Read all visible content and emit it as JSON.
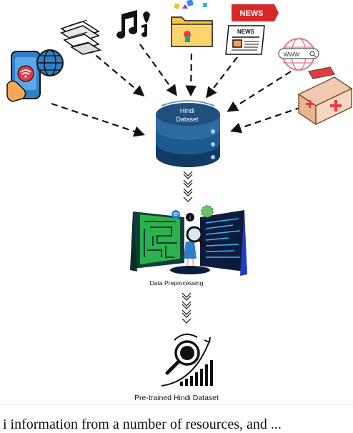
{
  "dataset": {
    "line1": "Hindi",
    "line2": "Dataset"
  },
  "sources": {
    "news_sign": "NEWS",
    "news_paper": "NEWS",
    "www": "WWW"
  },
  "steps": {
    "preprocessing": "Data Preprocessing",
    "pretrained": "Pre-trained Hindi Dataset"
  },
  "footer_cut_text": "i information from a number of resources, and ...",
  "colors": {
    "db_top": "#1f4f7f",
    "db_mid": "#2b6aa3",
    "db_bottom": "#123a62",
    "arrow": "#111111",
    "news_red": "#d62828",
    "phone_blue": "#2f80c8",
    "medkit": "#f1c9b0"
  },
  "icons": [
    "phone-wifi-icon",
    "globe-icon",
    "books-icon",
    "music-icon",
    "folder-icon",
    "news-sign-icon",
    "newspaper-icon",
    "www-globe-icon",
    "medical-kit-icon",
    "database-icon",
    "data-preprocessing-illustration",
    "magnifier-chart-icon"
  ]
}
